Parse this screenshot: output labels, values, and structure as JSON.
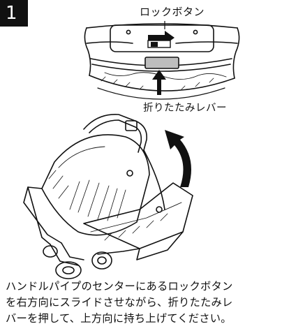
{
  "step": {
    "number": "1"
  },
  "callouts": {
    "lock_button": "ロックボタン",
    "fold_lever": "折りたたみレバー"
  },
  "instructions": [
    "ハンドルパイプのセンターにあるロックボタン",
    "を右方向にスライドさせながら、折りたたみレ",
    "バーを押して、上方向に持ち上げてください。"
  ]
}
